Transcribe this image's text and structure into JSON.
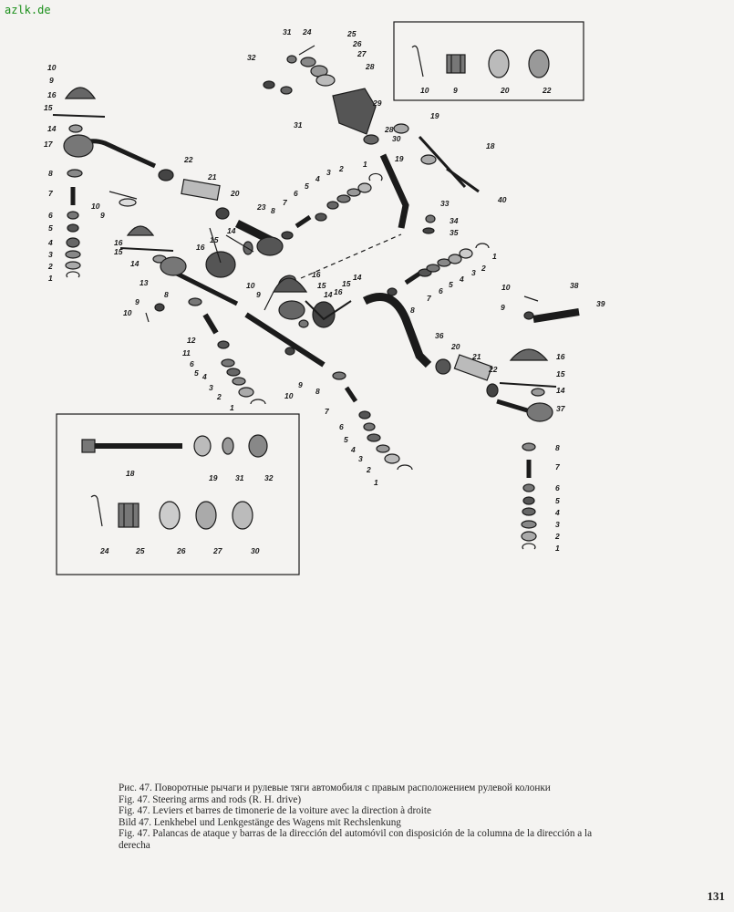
{
  "watermark": "azlk.de",
  "captions": [
    "Рис. 47. Поворотные рычаги и рулевые тяги автомобиля с правым расположением рулевой колонки",
    "Fig. 47. Steering arms and rods (R. H. drive)",
    "Fig. 47. Leviers et barres de timonerie de la voiture avec la direction à droite",
    "Bild 47. Lenkhebel und Lenkgestänge des Wagens mit Rechslenkung",
    "Fig. 47. Palancas de ataque y barras de la dirección del automóvil con disposición de la columna de la dirección a la derecha"
  ],
  "page_number": "131",
  "callouts": {
    "top_left_stack": [
      "10",
      "9",
      "16",
      "15",
      "14",
      "17",
      "8",
      "7",
      "6",
      "5",
      "4",
      "3",
      "2",
      "1"
    ],
    "inset_top_right": [
      "10",
      "9",
      "20",
      "22"
    ],
    "inset_bottom_left": [
      "18",
      "19",
      "31",
      "32",
      "24",
      "25",
      "26",
      "27",
      "30"
    ],
    "top_center_cluster": [
      "31",
      "24",
      "25",
      "26",
      "27",
      "28",
      "32",
      "31",
      "29",
      "28",
      "30",
      "19"
    ],
    "center_left_rod": [
      "22",
      "21",
      "20",
      "23",
      "8",
      "7",
      "6",
      "5",
      "4",
      "3",
      "2",
      "1",
      "10",
      "9",
      "16",
      "15",
      "14",
      "18",
      "19",
      "40",
      "33",
      "34",
      "35"
    ],
    "center_links": [
      "15",
      "14",
      "16",
      "13",
      "8",
      "9",
      "10",
      "10",
      "9",
      "12",
      "11",
      "6",
      "5",
      "4",
      "3",
      "2",
      "1",
      "16",
      "15",
      "14",
      "16",
      "15",
      "14",
      "10",
      "9",
      "8",
      "7",
      "6",
      "5",
      "4",
      "3",
      "2",
      "1"
    ],
    "right_assembly": [
      "1",
      "2",
      "3",
      "4",
      "5",
      "6",
      "7",
      "8",
      "36",
      "20",
      "21",
      "22",
      "10",
      "38",
      "39",
      "9",
      "16",
      "15",
      "14",
      "37",
      "8",
      "7",
      "6",
      "5",
      "4",
      "3",
      "2",
      "1"
    ]
  }
}
